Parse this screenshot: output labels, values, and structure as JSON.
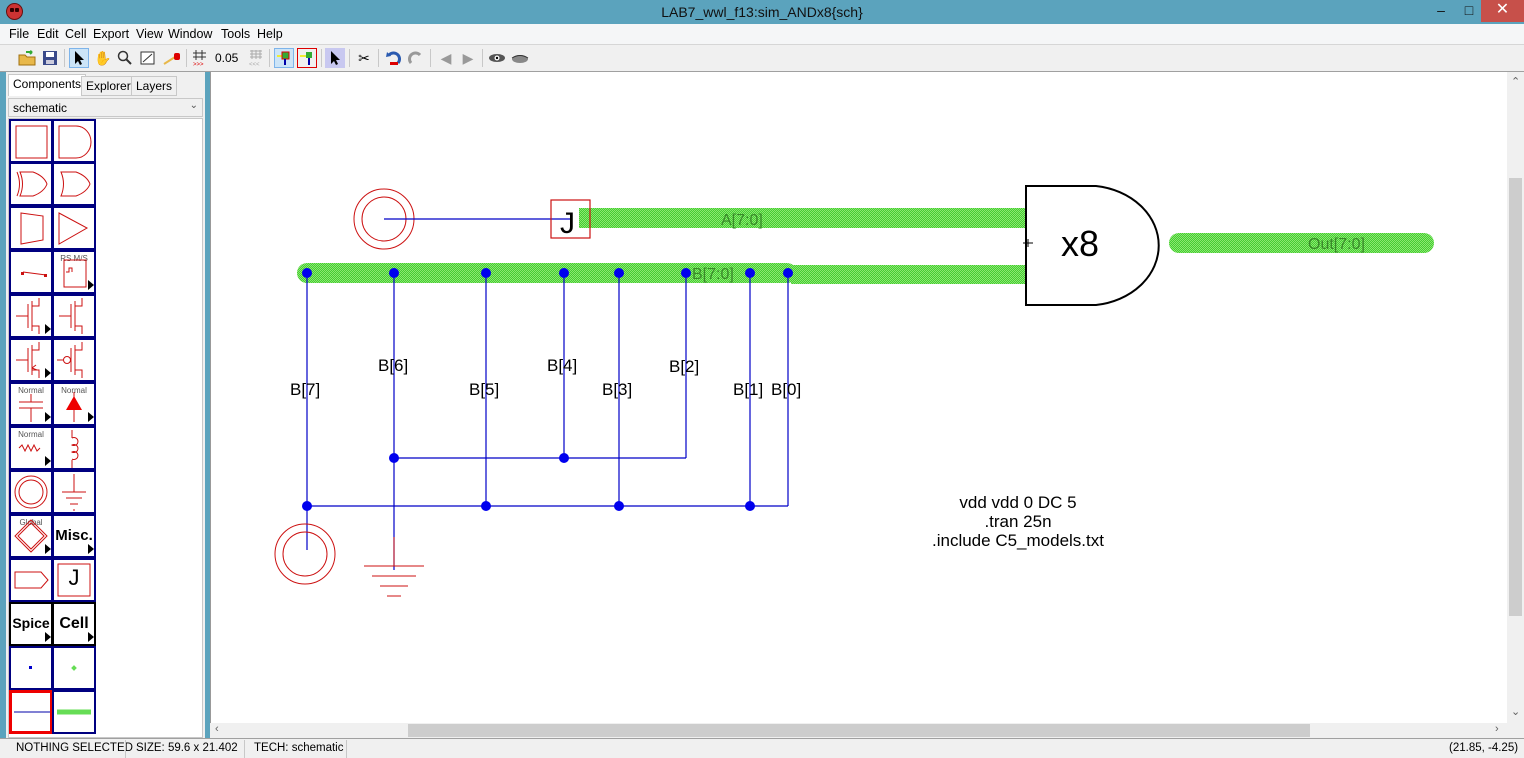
{
  "window": {
    "title": "LAB7_wwl_f13:sim_ANDx8{sch}",
    "controls": {
      "minimize": "–",
      "maximize": "□",
      "close": "✕"
    }
  },
  "menu": [
    "File",
    "Edit",
    "Cell",
    "Export",
    "View",
    "Window",
    "Tools",
    "Help"
  ],
  "toolbar": {
    "grid_value": "0.05",
    "icons": [
      "open-library-icon",
      "save-icon",
      "select-arrow-icon",
      "pan-hand-icon",
      "zoom-icon",
      "outline-edit-icon",
      "measure-icon",
      "grid-align-icon",
      "grid-toggle-icon",
      "full-select-icon",
      "area-select-icon",
      "special-select-icon",
      "cut-tool-icon",
      "undo-icon",
      "redo-icon",
      "back-icon",
      "forward-icon",
      "show-icon",
      "hide-icon"
    ]
  },
  "left_panel": {
    "tabs": [
      "Components",
      "Explorer",
      "Layers"
    ],
    "active_tab": "Components",
    "technology": "schematic",
    "palette_labels": {
      "flipflop": "RS M/S",
      "capacitor": "Normal",
      "diode": "Normal",
      "resistor": "Normal",
      "global": "Global",
      "misc": "Misc.",
      "offpage": "J",
      "spice": "Spice",
      "cell": "Cell"
    }
  },
  "schematic": {
    "gate_label": "x8",
    "bus_a": "A[7:0]",
    "bus_b": "B[7:0]",
    "bus_out": "Out[7:0]",
    "offpage_label": "J",
    "wire_labels": [
      "B[7]",
      "B[6]",
      "B[5]",
      "B[4]",
      "B[3]",
      "B[2]",
      "B[1]",
      "B[0]"
    ],
    "spice_text": [
      "vdd vdd 0 DC 5",
      ".tran 25n",
      ".include C5_models.txt"
    ],
    "colors": {
      "wire": "#0000c8",
      "bus": "#66dd55",
      "component": "#cc1111",
      "gate": "#000000"
    }
  },
  "status": {
    "selection": "NOTHING SELECTED",
    "size": "SIZE: 59.6 x 21.402",
    "tech": "TECH: schematic",
    "coords": "(21.85, -4.25)"
  }
}
